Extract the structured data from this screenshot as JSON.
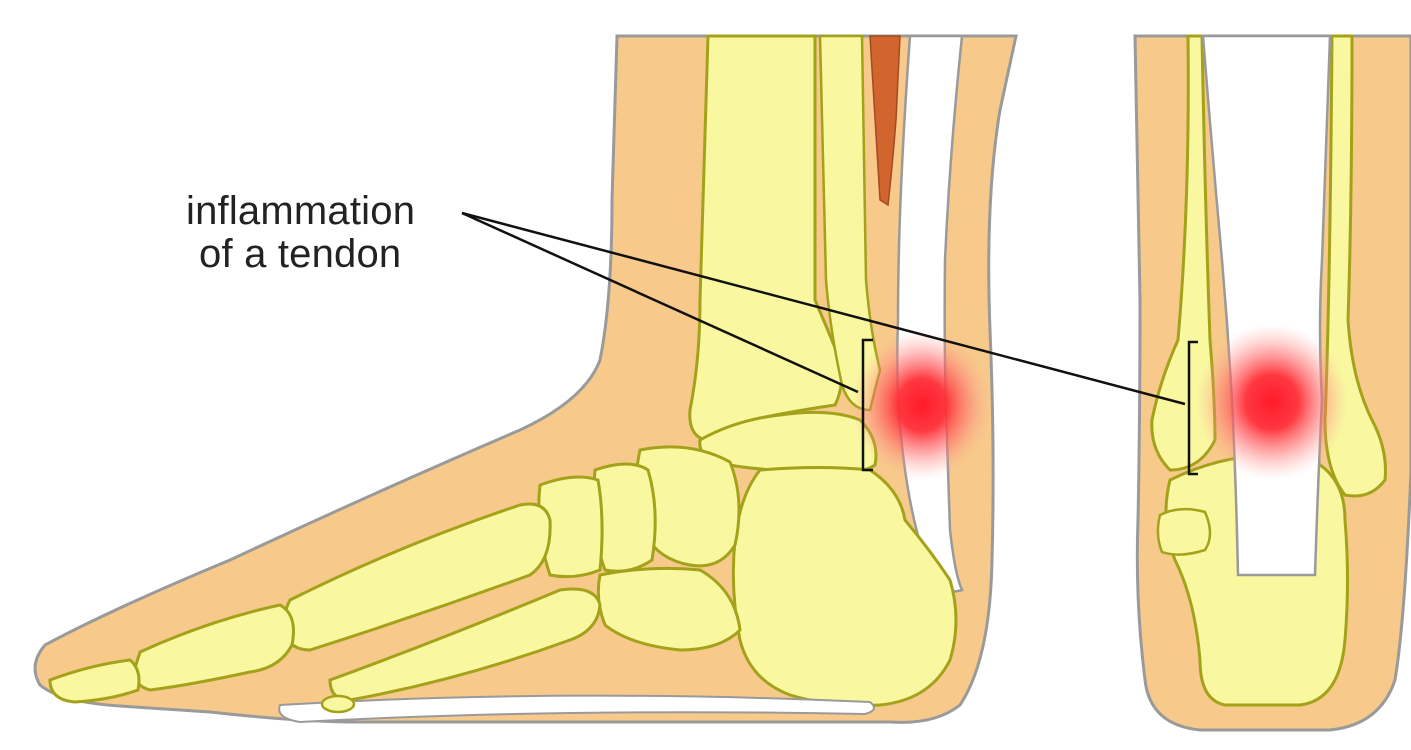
{
  "annotation": {
    "lines": [
      "inflammation",
      "of a tendon"
    ]
  },
  "colors": {
    "skin_fill": "#f7c98a",
    "skin_outline": "#9a9a9a",
    "bone_fill": "#f9f7a0",
    "bone_outline": "#a3a21a",
    "tendon_fill": "#ffffff",
    "muscle_fill": "#d2642e",
    "inflammation_core": "#ff1a2a",
    "pointer_line": "#111111"
  },
  "views": [
    "side-view",
    "rear-view"
  ]
}
